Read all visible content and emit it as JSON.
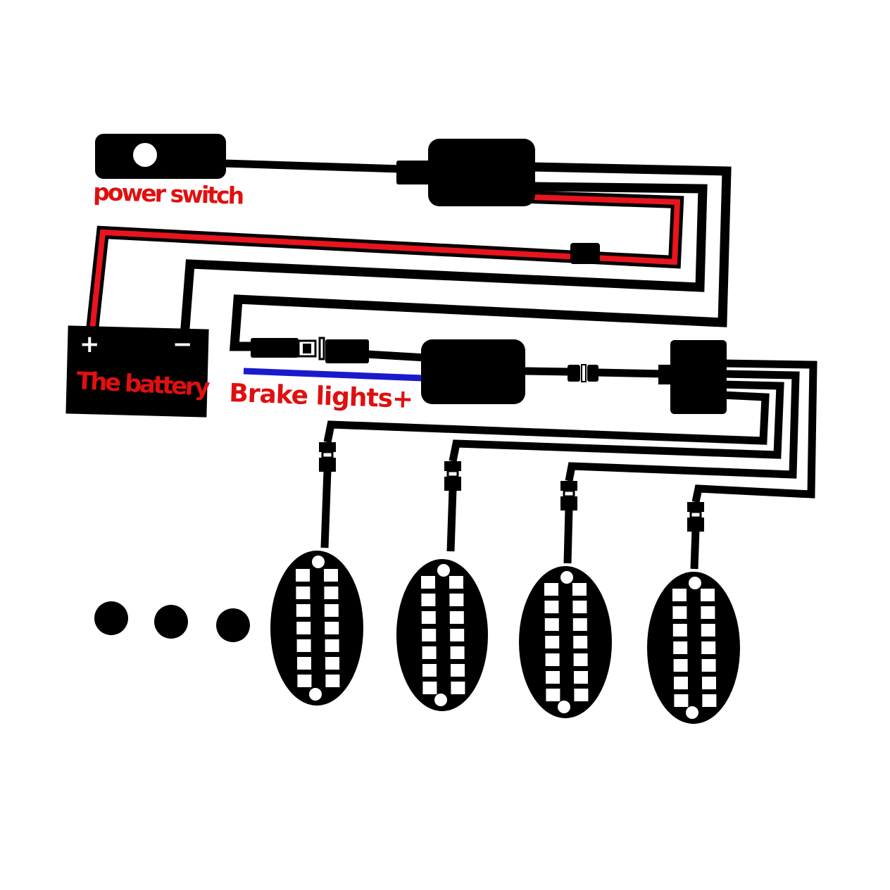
{
  "labels": {
    "power_switch": "power switch",
    "battery": "The battery",
    "battery_plus": "+",
    "battery_minus": "−",
    "brake_lights": "Brake lights+"
  },
  "colors": {
    "wire_black": "#000000",
    "wire_red": "#e8141e",
    "wire_blue": "#1a1acc",
    "label_red": "#e01010",
    "background": "#ffffff"
  },
  "lamps": {
    "count_shown": 4,
    "led_rows": 7,
    "led_columns": 2
  }
}
